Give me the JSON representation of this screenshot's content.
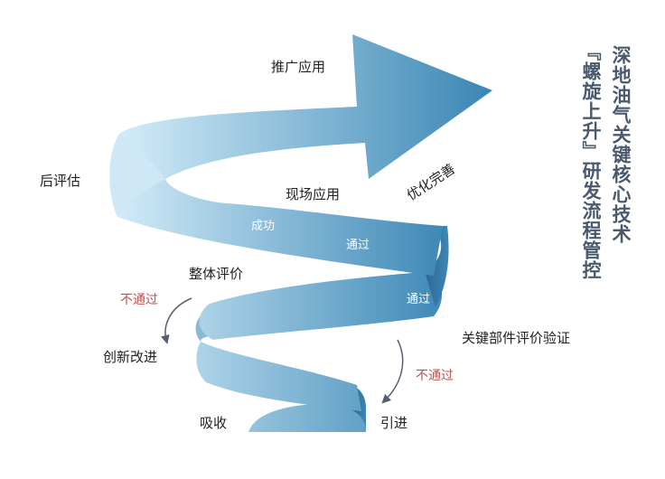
{
  "diagram": {
    "title_line1": "深地油气关键核心技术",
    "title_line2": "『螺旋上升』研发流程管控",
    "stages": {
      "absorb": "吸收",
      "introduce": "引进",
      "component_eval": "关键部件评价验证",
      "innovate": "创新改进",
      "overall_eval": "整体评价",
      "field_apply": "现场应用",
      "post_eval": "后评估",
      "promote": "推广应用",
      "optimize": "优化完善"
    },
    "results": {
      "pass_1": "通过",
      "pass_2": "通过",
      "success": "成功",
      "fail_1": "不通过",
      "fail_2": "不通过"
    },
    "colors": {
      "band_light": "#d6eefa",
      "band_dark": "#3a86b4",
      "fold_dark": "#2f6e99",
      "title": "#4a5a6e",
      "fail_text": "#c0504d",
      "feedback_arrow": "#555f70"
    }
  }
}
